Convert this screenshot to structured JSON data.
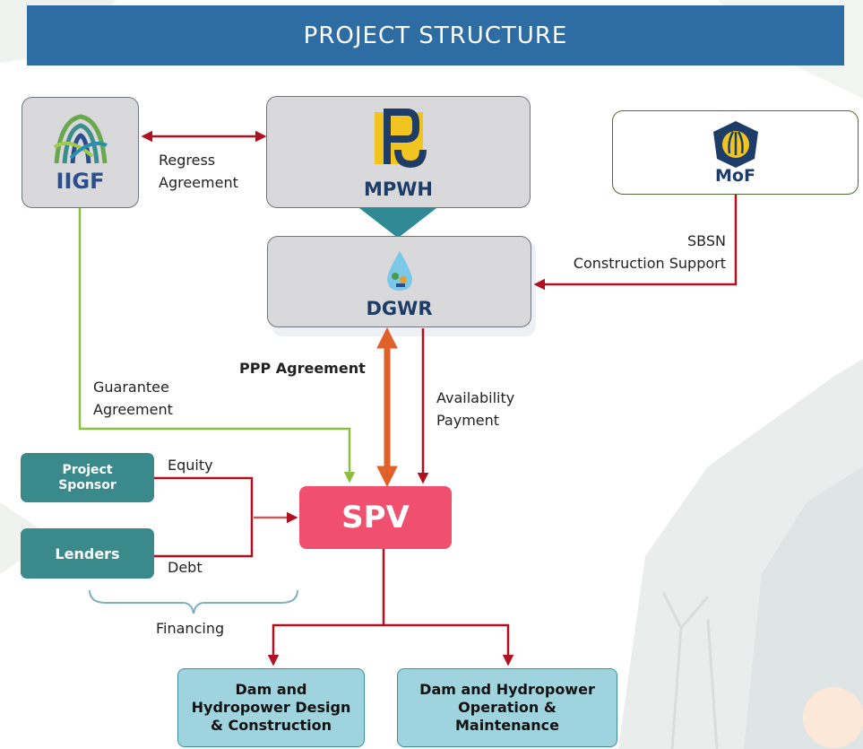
{
  "header": {
    "title": "PROJECT STRUCTURE"
  },
  "nodes": {
    "iigf": {
      "label": "IIGF",
      "logo": "iigf-arch-logo"
    },
    "mpwh": {
      "label": "MPWH",
      "logo": "mpwh-pu-logo"
    },
    "dgwr": {
      "label": "DGWR",
      "logo": "water-drop-logo"
    },
    "mof": {
      "label": "MoF",
      "logo": "mof-emblem-logo"
    },
    "sponsor": {
      "label": "Project\nSponsor"
    },
    "lenders": {
      "label": "Lenders"
    },
    "spv": {
      "label": "SPV"
    },
    "design": {
      "label": "Dam and\nHydropower Design\n& Construction"
    },
    "operation": {
      "label": "Dam and Hydropower\nOperation &\nMaintenance"
    }
  },
  "edges": {
    "regress": "Regress\nAgreement",
    "sbsn": "SBSN\nConstruction Support",
    "ppp": "PPP Agreement",
    "guarantee": "Guarantee\nAgreement",
    "availability": "Availability\nPayment",
    "equity": "Equity",
    "debt": "Debt",
    "financing": "Financing"
  },
  "colors": {
    "header": "#2e6da4",
    "spv": "#f0506e",
    "teal_box": "#3a8a8c",
    "output_box": "#9fd4df",
    "dark_red_line": "#b01020",
    "orange_arrow": "#e0602a",
    "green_line": "#8cbf3f",
    "connector": "#2f8a96"
  }
}
